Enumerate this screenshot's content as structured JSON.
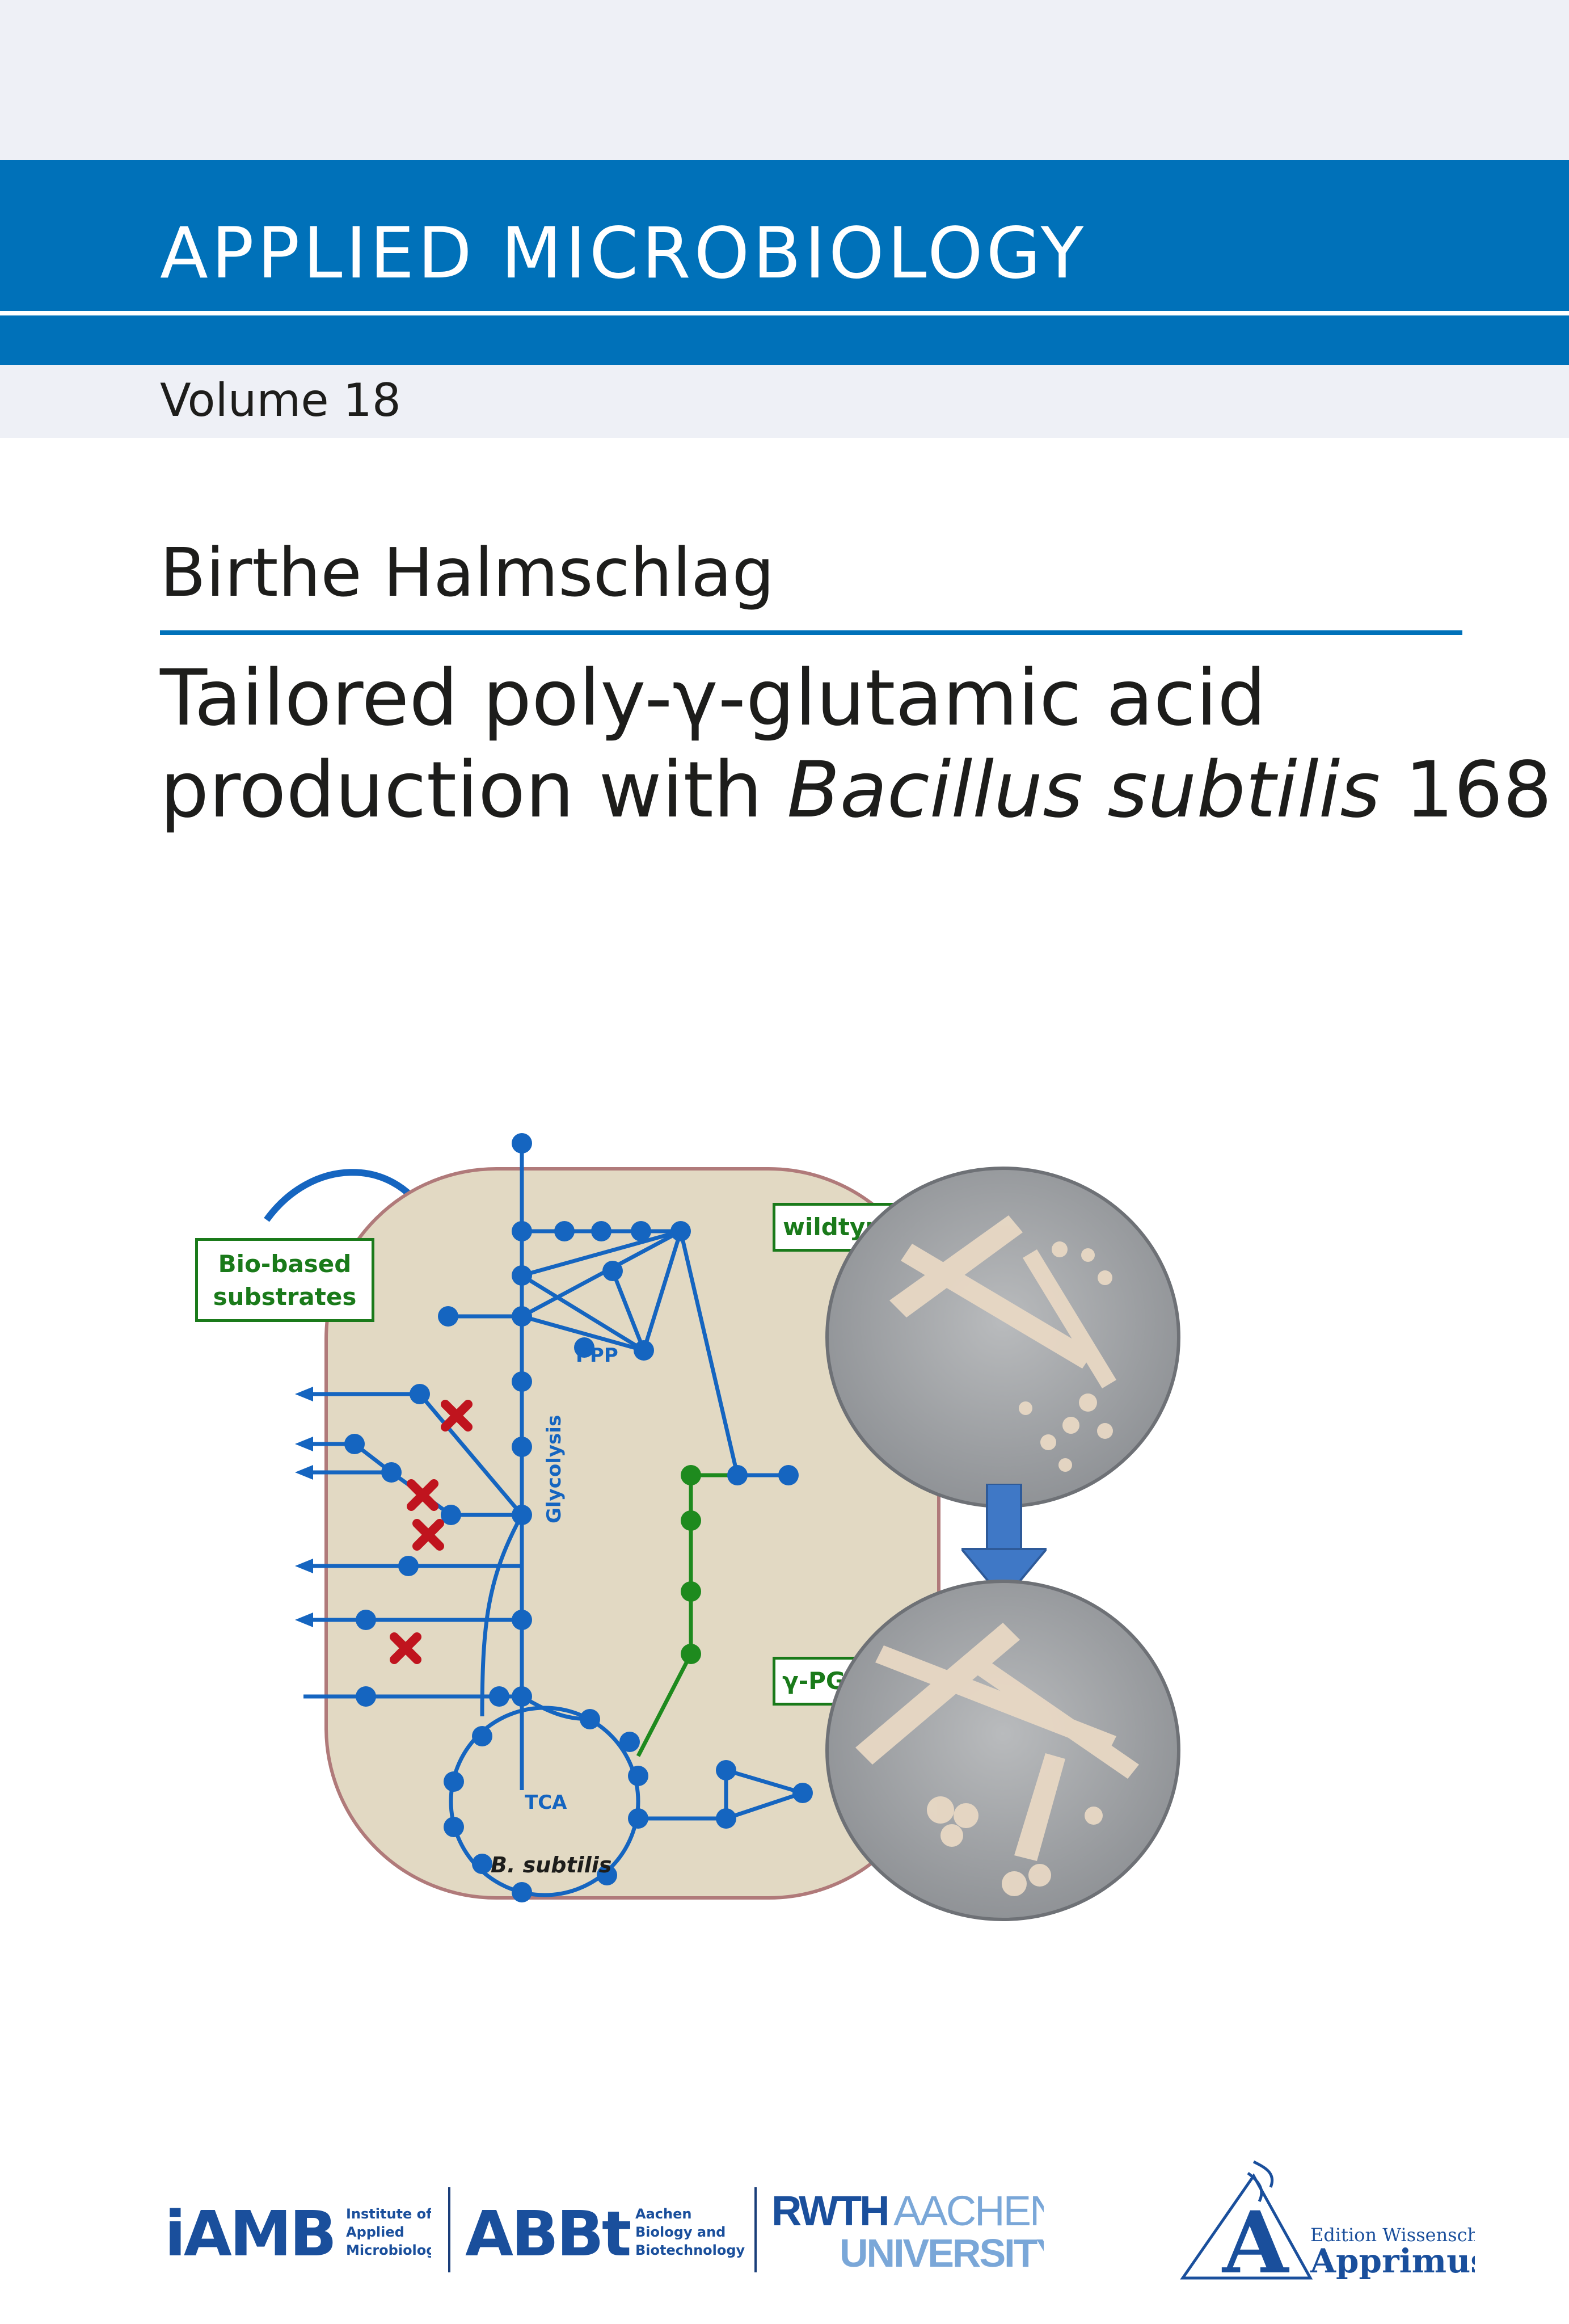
{
  "header": {
    "series": "APPLIED MICROBIOLOGY",
    "volume": "Volume 18"
  },
  "book": {
    "author": "Birthe Halmschlag",
    "title_line1": "Tailored poly-γ-glutamic acid",
    "title_line2_a": "production with ",
    "title_line2_italic": "Bacillus subtilis",
    "title_line2_b": " 168"
  },
  "figure": {
    "labels": {
      "substrates_line1": "Bio-based",
      "substrates_line2": "substrates",
      "ppp": "PPP",
      "glycolysis": "Glycolysis",
      "tca": "TCA",
      "organism": "B. subtilis",
      "wildtype": "wildtype",
      "pga": "γ-PGA"
    },
    "colors": {
      "cell_fill": "#e2d9c3",
      "cell_border": "#b07a7a",
      "pathway_blue": "#1565c0",
      "pathway_green": "#1e8a1e",
      "knockout_red": "#c0141e",
      "arrow_blue": "#3f78c6"
    }
  },
  "logos": {
    "iamb_mark": "iAMB",
    "iamb_text_1": "Institute of",
    "iamb_text_2": "Applied",
    "iamb_text_3": "Microbiology",
    "abbt_mark": "ABBt",
    "abbt_text_1": "Aachen",
    "abbt_text_2": "Biology and",
    "abbt_text_3": "Biotechnology",
    "rwth_mark_a": "RWTH",
    "rwth_mark_b": "AACHEN",
    "rwth_mark_c": "UNIVERSITY",
    "publisher_1": "Edition Wissenschaft",
    "publisher_2": "Apprimus"
  }
}
